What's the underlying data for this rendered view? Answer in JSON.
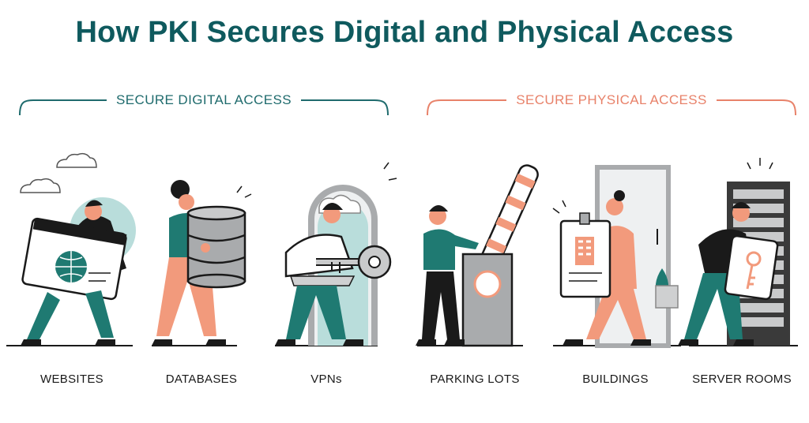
{
  "title": "How PKI Secures Digital and Physical Access",
  "colors": {
    "title": "#0f5a5e",
    "digital": "#1f6b6d",
    "physical": "#e8826a",
    "teal": "#1f7a72",
    "salmon": "#f29a7c",
    "dark": "#1a1a1a",
    "gray": "#a9abad"
  },
  "groups": {
    "digital": {
      "label": "SECURE DIGITAL ACCESS"
    },
    "physical": {
      "label": "SECURE PHYSICAL ACCESS"
    }
  },
  "items": [
    {
      "label": "WEBSITES",
      "icon": "globe-browser-icon"
    },
    {
      "label": "DATABASES",
      "icon": "database-icon"
    },
    {
      "label": "VPNs",
      "icon": "key-tunnel-icon"
    },
    {
      "label": "PARKING LOTS",
      "icon": "parking-barrier-icon"
    },
    {
      "label": "BUILDINGS",
      "icon": "id-badge-icon"
    },
    {
      "label": "SERVER ROOMS",
      "icon": "server-rack-icon"
    }
  ]
}
